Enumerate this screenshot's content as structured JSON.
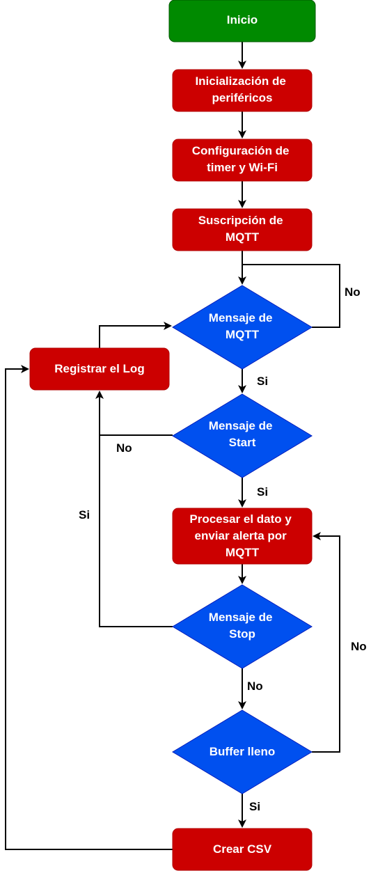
{
  "colors": {
    "start": "#008a00",
    "start_border": "#005700",
    "process": "#cc0000",
    "process_border": "#b20000",
    "decision": "#0050ef",
    "decision_border": "#001dbc",
    "line": "#000000",
    "label_text": "#ffffff"
  },
  "nodes": {
    "inicio": "Inicio",
    "init_perifericos": [
      "Inicialización de",
      "periféricos"
    ],
    "config_timer": [
      "Configuración de",
      "timer y Wi-Fi"
    ],
    "suscripcion_mqtt": [
      "Suscripción de",
      "MQTT"
    ],
    "mensaje_mqtt": [
      "Mensaje de",
      "MQTT"
    ],
    "registrar_log": "Registrar el Log",
    "mensaje_start": [
      "Mensaje de",
      "Start"
    ],
    "procesar_dato": [
      "Procesar el dato y",
      "enviar alerta por",
      "MQTT"
    ],
    "mensaje_stop": [
      "Mensaje de",
      "Stop"
    ],
    "buffer_lleno": "Buffer lleno",
    "crear_csv": "Crear CSV"
  },
  "edge_labels": {
    "mqtt_no": "No",
    "mqtt_si": "Si",
    "start_no": "No",
    "start_si": "Si",
    "stop_si": "Si",
    "stop_no": "No",
    "buffer_no": "No",
    "buffer_si": "Si"
  }
}
